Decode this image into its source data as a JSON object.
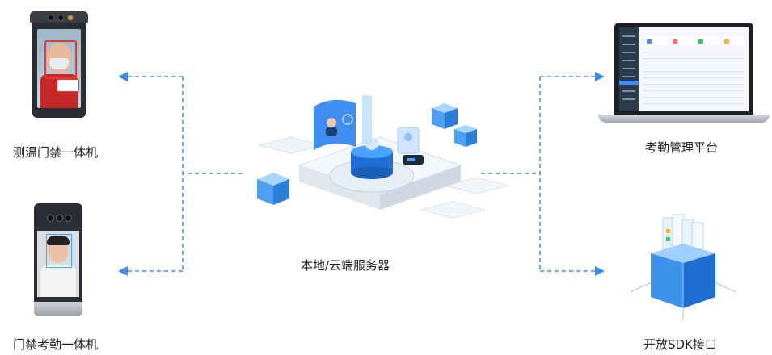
{
  "nodes": {
    "temp_gate": {
      "label": "测温门禁一体机",
      "icon": "temperature-gate-device"
    },
    "attendance_gate": {
      "label": "门禁考勤一体机",
      "icon": "attendance-gate-device"
    },
    "server": {
      "label": "本地/云端服务器",
      "icon": "server-platform"
    },
    "platform": {
      "label": "考勤管理平台",
      "icon": "laptop"
    },
    "sdk": {
      "label": "开放SDK接口",
      "icon": "sdk-box"
    }
  },
  "colors": {
    "connector": "#3a8ee6",
    "accent": "#2f80ed"
  }
}
